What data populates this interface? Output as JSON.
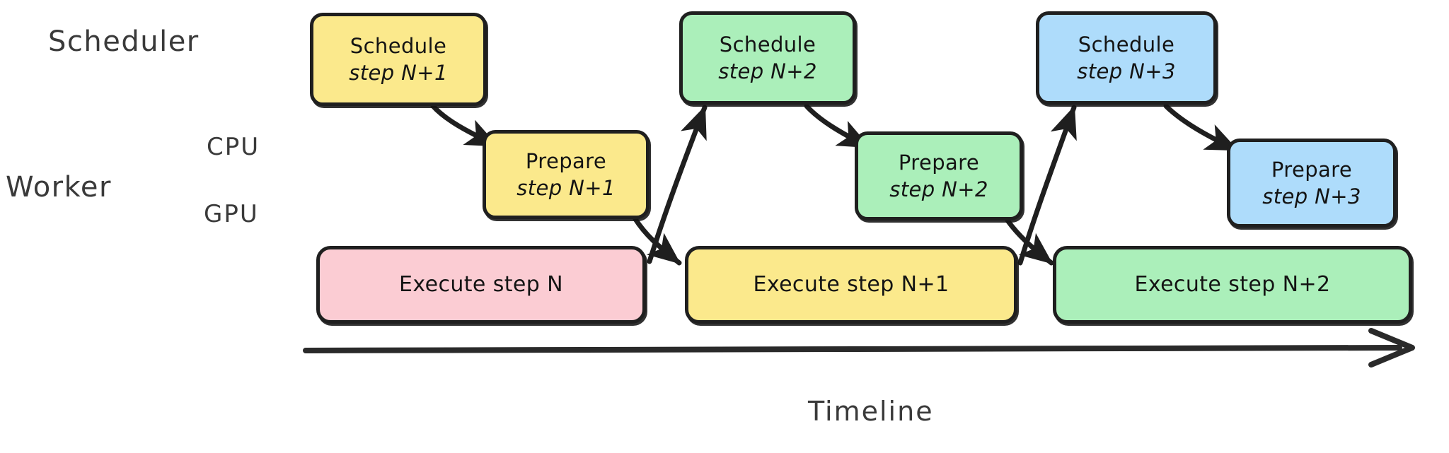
{
  "diagram": {
    "title_caption": "Timeline",
    "lanes": [
      {
        "id": "scheduler",
        "label": "Scheduler"
      },
      {
        "id": "worker",
        "label": "Worker"
      },
      {
        "id": "cpu",
        "label": "CPU"
      },
      {
        "id": "gpu",
        "label": "GPU"
      }
    ],
    "colors": {
      "yellow": "#FBE98C",
      "green": "#ABEFBA",
      "blue": "#AEDCFB",
      "pink": "#FBCCD3",
      "stroke": "#1f1f1f",
      "text": "#141414",
      "label": "#3a3a3a",
      "background": "#ffffff"
    },
    "nodes": [
      {
        "id": "sched-n1",
        "lane": "scheduler",
        "line1": "Schedule",
        "line2": "step N+1",
        "color": "yellow"
      },
      {
        "id": "sched-n2",
        "lane": "scheduler",
        "line1": "Schedule",
        "line2": "step N+2",
        "color": "green"
      },
      {
        "id": "sched-n3",
        "lane": "scheduler",
        "line1": "Schedule",
        "line2": "step N+3",
        "color": "blue"
      },
      {
        "id": "prep-n1",
        "lane": "cpu",
        "line1": "Prepare",
        "line2": "step N+1",
        "color": "yellow"
      },
      {
        "id": "prep-n2",
        "lane": "cpu",
        "line1": "Prepare",
        "line2": "step N+2",
        "color": "green"
      },
      {
        "id": "prep-n3",
        "lane": "cpu",
        "line1": "Prepare",
        "line2": "step N+3",
        "color": "blue"
      },
      {
        "id": "exec-n",
        "lane": "gpu",
        "line1": "Execute step N",
        "color": "pink"
      },
      {
        "id": "exec-n1",
        "lane": "gpu",
        "line1": "Execute step N+1",
        "color": "yellow"
      },
      {
        "id": "exec-n2",
        "lane": "gpu",
        "line1": "Execute step N+2",
        "color": "green"
      }
    ],
    "edges": [
      {
        "from": "sched-n1",
        "to": "prep-n1"
      },
      {
        "from": "prep-n1",
        "to": "exec-n1"
      },
      {
        "from": "exec-n",
        "to": "sched-n2"
      },
      {
        "from": "sched-n2",
        "to": "prep-n2"
      },
      {
        "from": "prep-n2",
        "to": "exec-n2"
      },
      {
        "from": "exec-n1",
        "to": "sched-n3"
      },
      {
        "from": "sched-n3",
        "to": "prep-n3"
      }
    ],
    "axis": {
      "name": "timeline-axis",
      "direction": "left-to-right"
    }
  }
}
